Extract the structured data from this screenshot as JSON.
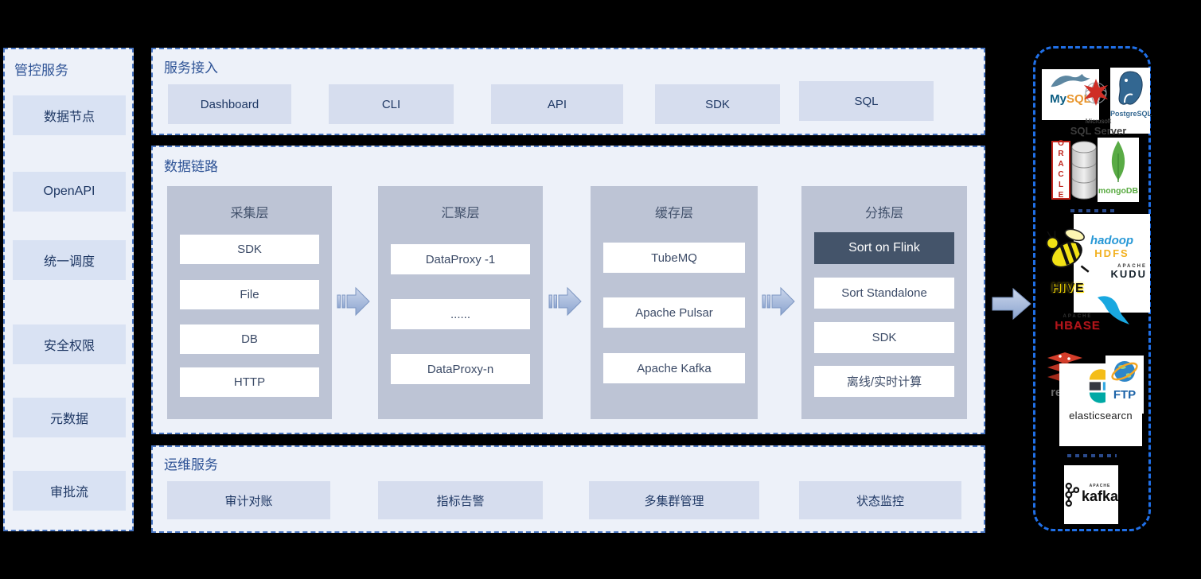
{
  "colors": {
    "page_bg": "#000000",
    "panel_bg": "#edf1f9",
    "panel_border": "#4976c3",
    "chip_bg": "#d6ddee",
    "column_bg": "#bdc4d5",
    "dark_item_bg": "#44546a",
    "title_text": "#2e5396",
    "item_text": "#1f3864",
    "sinks_border": "#2070e8"
  },
  "sidebar": {
    "title": "管控服务",
    "items": [
      "数据节点",
      "OpenAPI",
      "统一调度",
      "安全权限",
      "元数据",
      "审批流"
    ]
  },
  "service_access": {
    "title": "服务接入",
    "items": [
      "Dashboard",
      "CLI",
      "API",
      "SDK",
      "SQL"
    ]
  },
  "data_link": {
    "title": "数据链路",
    "columns": [
      {
        "title": "采集层",
        "items": [
          "SDK",
          "File",
          "DB",
          "HTTP"
        ]
      },
      {
        "title": "汇聚层",
        "items": [
          "DataProxy -1",
          "......",
          "DataProxy-n"
        ]
      },
      {
        "title": "缓存层",
        "items": [
          "TubeMQ",
          "Apache Pulsar",
          "Apache Kafka"
        ]
      },
      {
        "title": "分拣层",
        "items": [
          "Sort on Flink",
          "Sort Standalone",
          "SDK",
          "离线/实时计算"
        ],
        "highlight_index": 0
      }
    ]
  },
  "ops": {
    "title": "运维服务",
    "items": [
      "审计对账",
      "指标告警",
      "多集群管理",
      "状态监控"
    ]
  },
  "sinks": {
    "mysql": {
      "my": "My",
      "sql": "SQL"
    },
    "sqlserver": {
      "brand": "Microsoft",
      "label": "SQL Server"
    },
    "postgresql": {
      "label": "PostgreSQL"
    },
    "oracle": {
      "label": "ORACLE"
    },
    "mongodb": {
      "label": "mongoDB"
    },
    "hive": {
      "label": "HIVE"
    },
    "hadoop": {
      "label": "hadoop",
      "sub": "HDFS"
    },
    "kudu": {
      "brand": "APACHE",
      "label": "KUDU"
    },
    "hbase": {
      "brand": "APACHE",
      "label": "HBASE"
    },
    "redis": {
      "label": "redis"
    },
    "elasticsearch": {
      "label": "elasticsearch"
    },
    "ftp": {
      "label": "FTP"
    },
    "kafka": {
      "brand": "APACHE",
      "label": "kafka"
    }
  }
}
